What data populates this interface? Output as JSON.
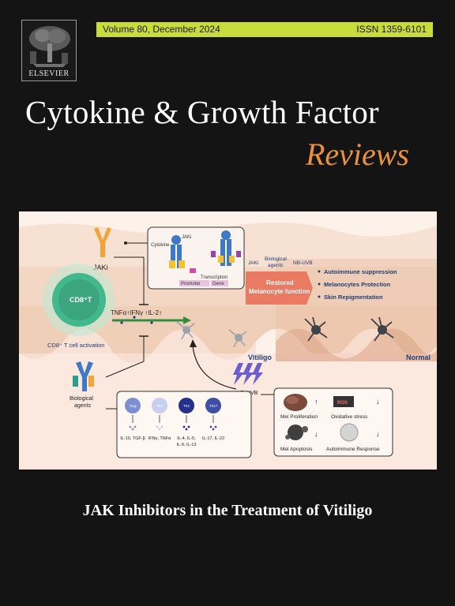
{
  "publisher": {
    "name": "ELSEVIER"
  },
  "issue_band": {
    "volume_date": "Volume 80, December 2024",
    "issn": "ISSN 1359-6101"
  },
  "journal": {
    "title_line1": "Cytokine & Growth Factor",
    "title_line2": "Reviews"
  },
  "figure": {
    "jaki": "JAKi",
    "cytokine": "Cytokine",
    "jaki_inset": "JAKi",
    "transcription": "Transcription",
    "promoter": "Promoter",
    "gene": "Gene",
    "cd8": "CD8⁺T",
    "cd8_activation": "CD8⁺ T cell activation",
    "cytokine_row": "TNFα↑IFNγ ↑IL-2↑",
    "treat_jaki": "JAKi",
    "treat_bio_1": "Biological",
    "treat_bio_2": "agents",
    "treat_nbuvb": "NB-UVB",
    "restored_1": "Restored",
    "restored_2": "Melanocyte function",
    "effects": [
      "Autoimmune suppression",
      "Melanocytes Protection",
      "Skin Repigmentation"
    ],
    "vitiligo": "Vitiligo",
    "normal": "Normal",
    "bio_agents_1": "Biological",
    "bio_agents_2": "agents",
    "nbuvb_label": "NB-UVB",
    "tcells": [
      {
        "name": "Treg",
        "color": "#7c8fd3",
        "output": "IL-10, TGF-β"
      },
      {
        "name": "Th1",
        "color": "#c7cff0",
        "output": "IFNγ, TNFα"
      },
      {
        "name": "Th2",
        "color": "#22318a",
        "output": "IL-4, IL-5,\nIL-9, IL-13"
      },
      {
        "name": "Th17",
        "color": "#3e4fa6",
        "output": "IL-17, IL-22"
      }
    ],
    "tcell_outputs_line2": {
      "th2": "IL-9, IL-13",
      "th2_line1": "IL-4, IL-5,"
    },
    "uv_effects": {
      "ros": "ROS",
      "mel_prolif": "Mel Proliferation",
      "oxidative": "Oxidative stress",
      "mel_apoptosis": "Mel Apoptosis",
      "autoimmune": "Autoimmune Response"
    }
  },
  "article": {
    "title": "JAK Inhibitors in the Treatment of Vitiligo"
  },
  "colors": {
    "accent_band": "#c6dd3c",
    "reviews_orange": "#e9913c",
    "background": "#141414"
  }
}
